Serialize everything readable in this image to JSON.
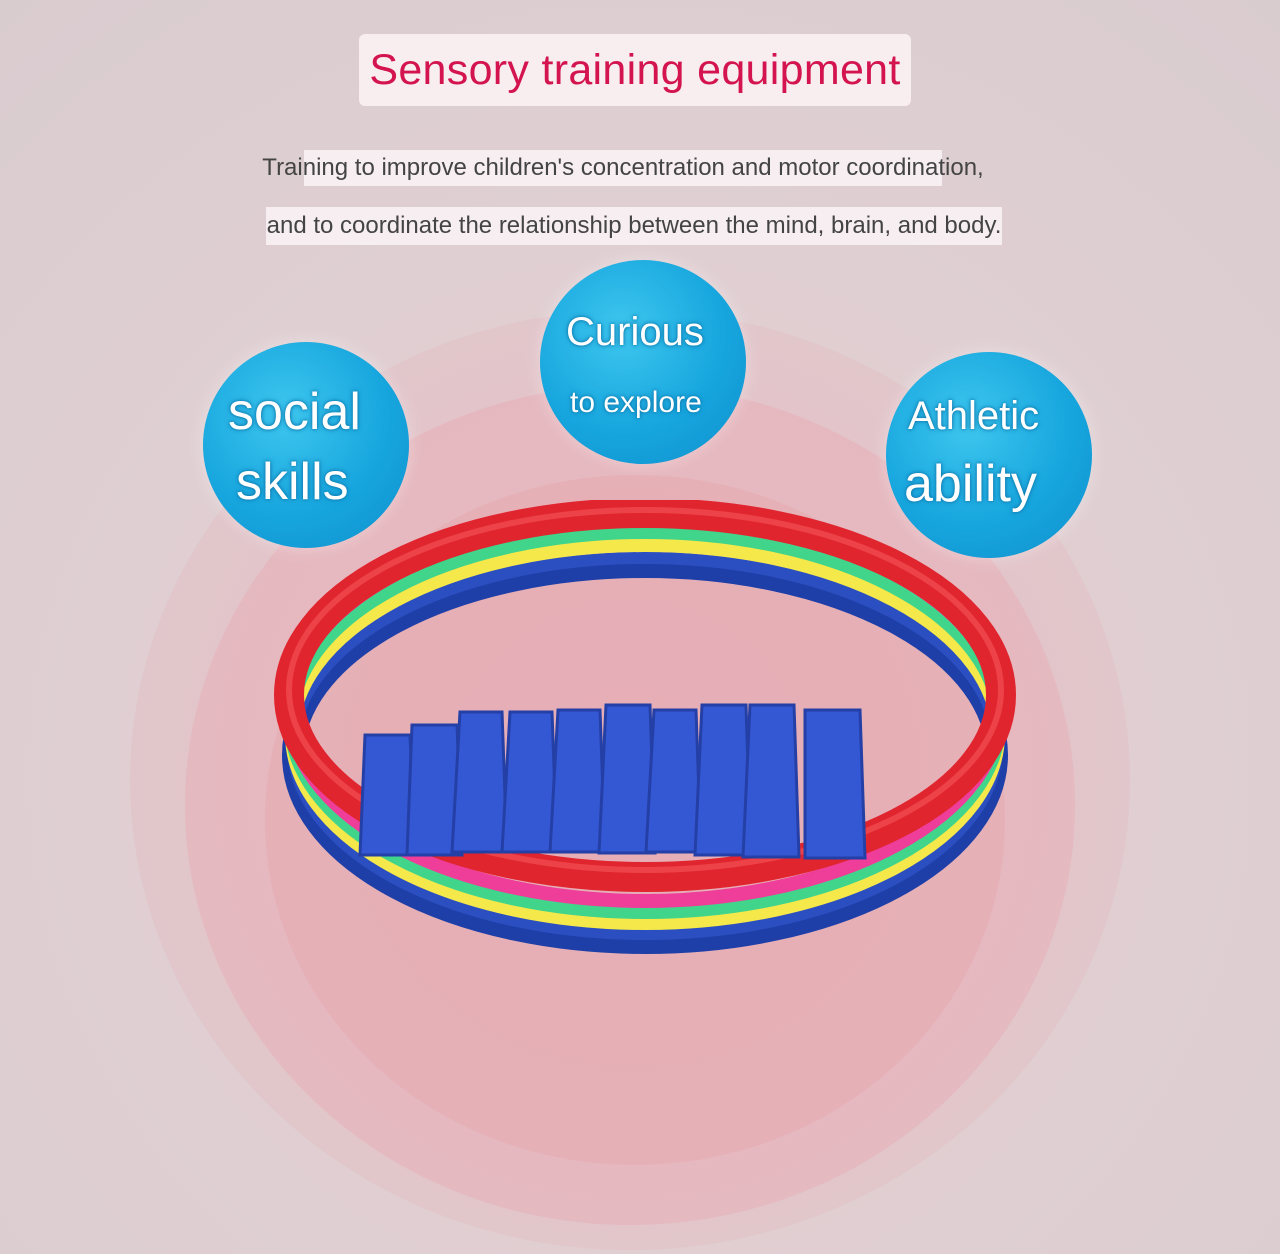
{
  "header": {
    "title": "Sensory training equipment",
    "line1": "Training to improve children's concentration and motor coordination,",
    "line2": "and to coordinate the relationship between the mind, brain, and body."
  },
  "bubbles": {
    "social": {
      "line1": "social",
      "line2": "skills"
    },
    "curious": {
      "line1": "Curious",
      "line2": "to explore"
    },
    "athletic": {
      "line1": "Athletic",
      "line2": "ability"
    }
  },
  "colors": {
    "title_text": "#d3144f",
    "bubble_blue": "#17a6de",
    "ring_colors": [
      "#1e3fa8",
      "#f5e84a",
      "#41d48b",
      "#ee3e9a",
      "#e0252f"
    ],
    "connector_blue": "#3458d4"
  }
}
